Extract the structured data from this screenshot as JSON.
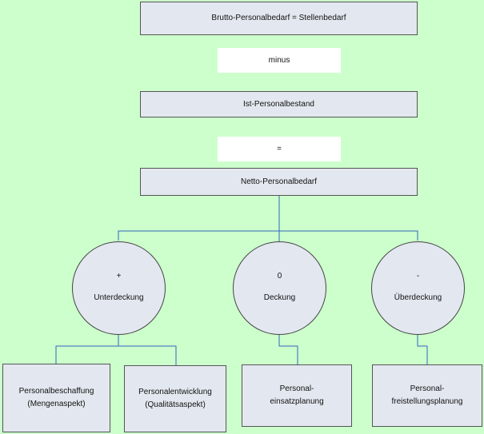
{
  "diagram": {
    "line_color": "#3366bb",
    "top_boxes": {
      "brutto": "Brutto-Personalbedarf = Stellenbedarf",
      "minus": "minus",
      "ist": "Ist-Personalbestand",
      "equals": "=",
      "netto": "Netto-Personalbedarf"
    },
    "circles": [
      {
        "symbol": "+",
        "label": "Unterdeckung"
      },
      {
        "symbol": "0",
        "label": "Deckung"
      },
      {
        "symbol": "-",
        "label": "Überdeckung"
      }
    ],
    "bottom_boxes": [
      {
        "text": "Personalbeschaffung\n(Mengenaspekt)"
      },
      {
        "text": "Personalentwicklung\n(Qualitätsaspekt)"
      },
      {
        "text": "Personal-\neinsatzplanung"
      },
      {
        "text": "Personal-\nfreistellungsplanung"
      }
    ]
  }
}
